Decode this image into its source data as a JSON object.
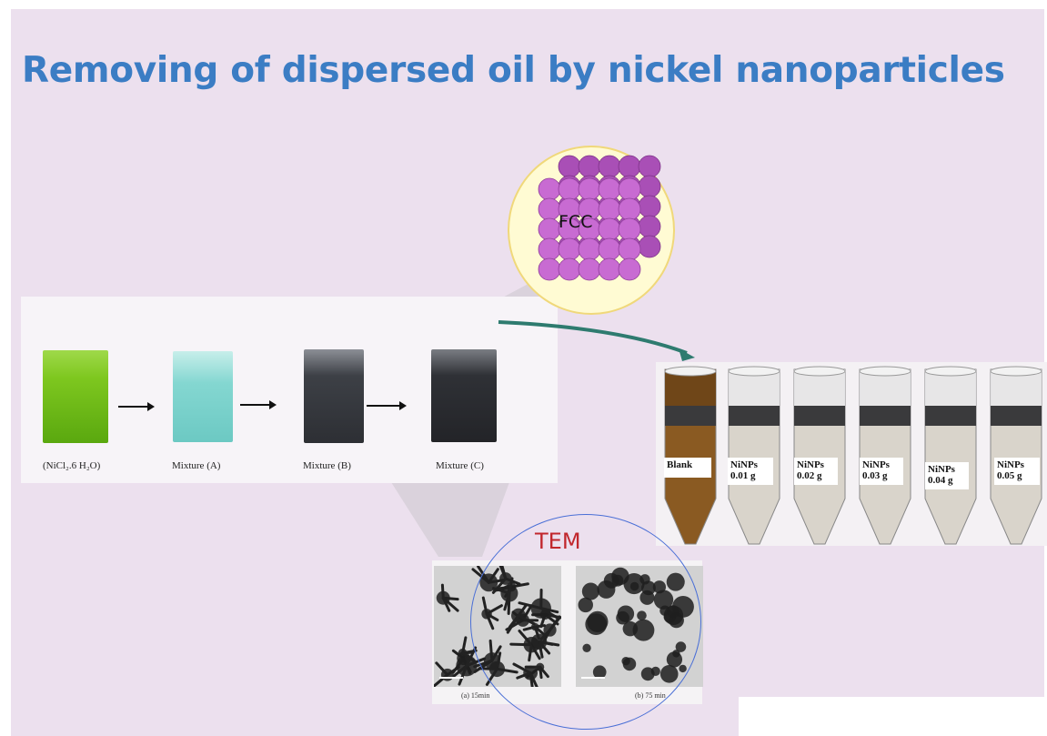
{
  "slide": {
    "title": "Removing of dispersed oil by nickel nanoparticles"
  },
  "synthesis": {
    "steps": [
      {
        "label": "(NiCl₂.6 H₂O)",
        "color": "#7ec71f"
      },
      {
        "label": "Mixture (A)",
        "color": "#7fd3cf"
      },
      {
        "label": "Mixture (B)",
        "color": "#3a3d42"
      },
      {
        "label": "Mixture (C)",
        "color": "#2b2d31"
      }
    ]
  },
  "crystal": {
    "label": "FCC",
    "atom_color": "#c86bd2"
  },
  "tubes": {
    "labels": [
      {
        "line1": "Blank",
        "line2": ""
      },
      {
        "line1": "NiNPs",
        "line2": "0.01 g"
      },
      {
        "line1": "NiNPs",
        "line2": "0.02 g"
      },
      {
        "line1": "NiNPs",
        "line2": "0.03 g"
      },
      {
        "line1": "NiNPs",
        "line2": "0.04 g"
      },
      {
        "line1": "NiNPs",
        "line2": "0.05 g"
      }
    ]
  },
  "tem": {
    "label": "TEM",
    "captions": [
      "(a)  15min",
      "(b)  75 min"
    ]
  },
  "colors": {
    "title": "#3b7dc4",
    "background": "#ece0ee",
    "arrow": "#2e7b6f",
    "tem_label": "#c1272d",
    "tem_circle": "#4a6fd6"
  }
}
